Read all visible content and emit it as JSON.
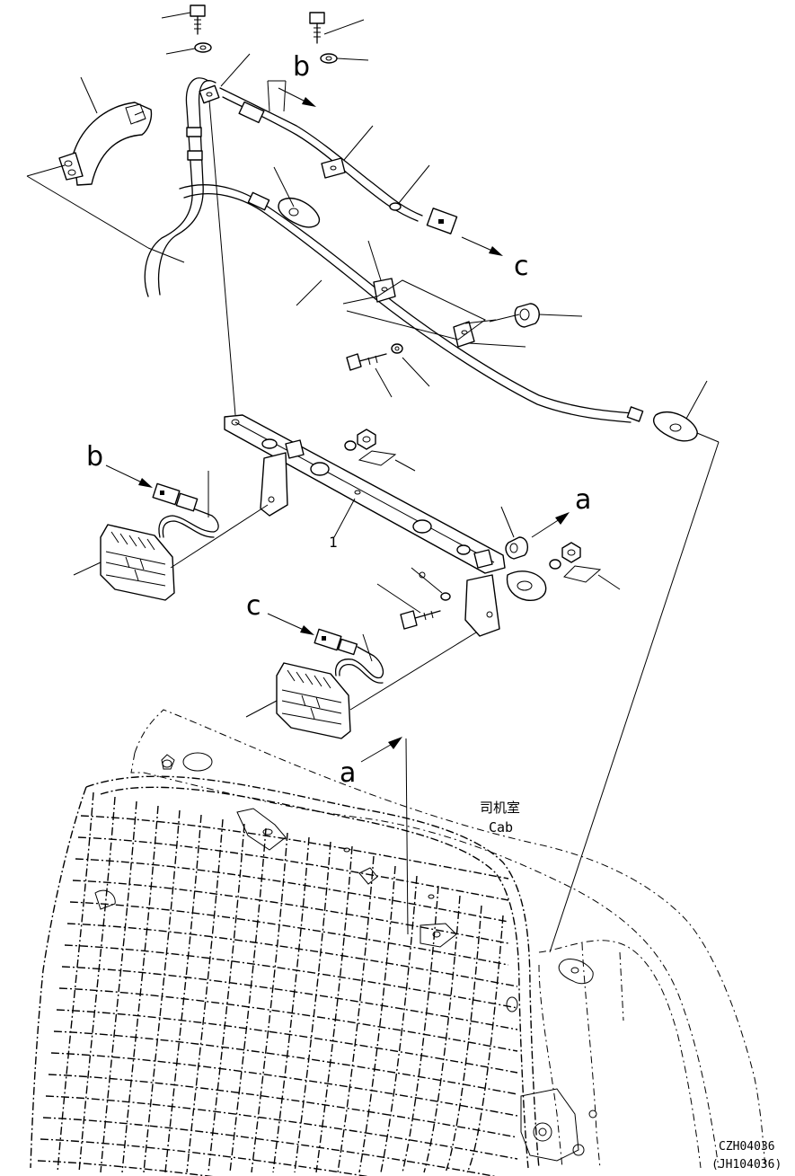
{
  "callouts": {
    "a_top": "a",
    "a_bottom": "a",
    "b_top": "b",
    "b_left": "b",
    "c_right": "c",
    "c_left": "c",
    "part_number": "1"
  },
  "cab_label": {
    "chinese": "司机室",
    "english": "Cab"
  },
  "drawing_codes": {
    "primary": "CZH04036",
    "secondary": "(JH104036)"
  }
}
